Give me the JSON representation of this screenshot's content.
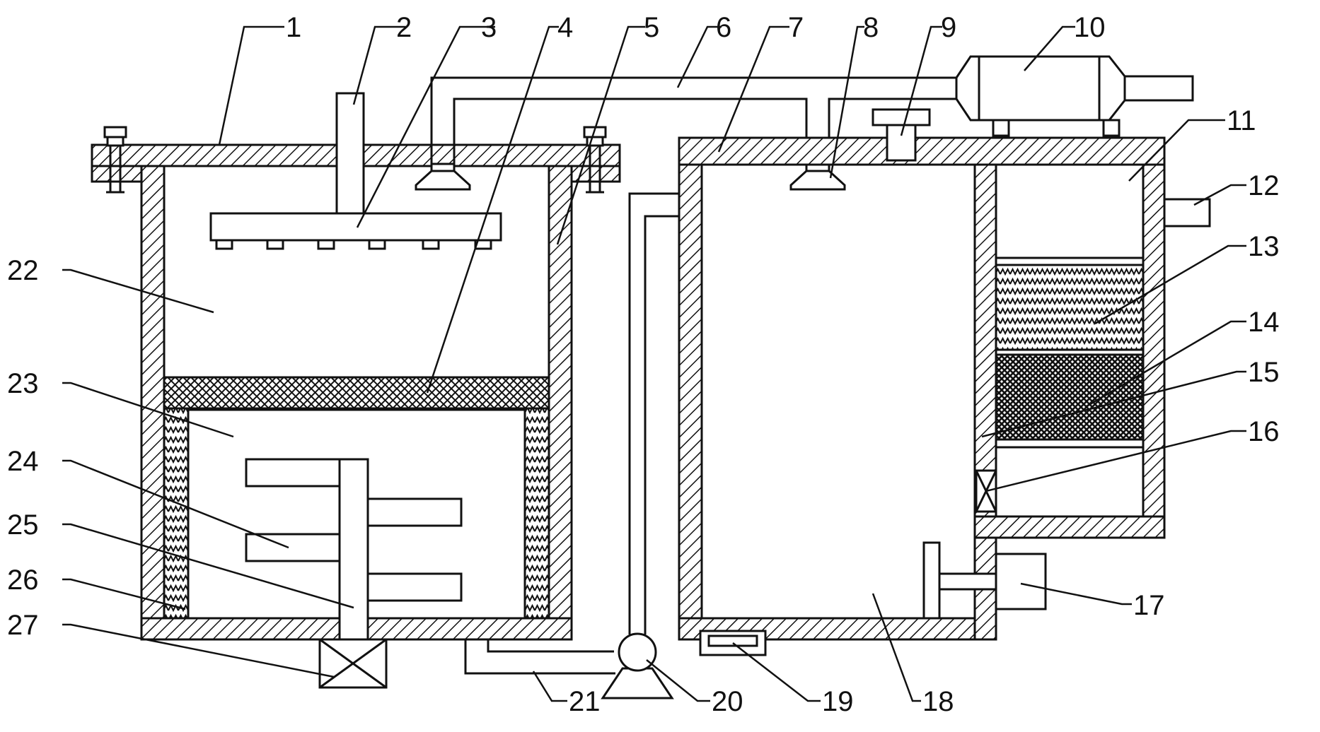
{
  "labels": [
    {
      "id": "1",
      "text": "1"
    },
    {
      "id": "2",
      "text": "2"
    },
    {
      "id": "3",
      "text": "3"
    },
    {
      "id": "4",
      "text": "4"
    },
    {
      "id": "5",
      "text": "5"
    },
    {
      "id": "6",
      "text": "6"
    },
    {
      "id": "7",
      "text": "7"
    },
    {
      "id": "8",
      "text": "8"
    },
    {
      "id": "9",
      "text": "9"
    },
    {
      "id": "10",
      "text": "10"
    },
    {
      "id": "11",
      "text": "11"
    },
    {
      "id": "12",
      "text": "12"
    },
    {
      "id": "13",
      "text": "13"
    },
    {
      "id": "14",
      "text": "14"
    },
    {
      "id": "15",
      "text": "15"
    },
    {
      "id": "16",
      "text": "16"
    },
    {
      "id": "17",
      "text": "17"
    },
    {
      "id": "18",
      "text": "18"
    },
    {
      "id": "19",
      "text": "19"
    },
    {
      "id": "20",
      "text": "20"
    },
    {
      "id": "21",
      "text": "21"
    },
    {
      "id": "22",
      "text": "22"
    },
    {
      "id": "23",
      "text": "23"
    },
    {
      "id": "24",
      "text": "24"
    },
    {
      "id": "25",
      "text": "25"
    },
    {
      "id": "26",
      "text": "26"
    },
    {
      "id": "27",
      "text": "27"
    }
  ]
}
